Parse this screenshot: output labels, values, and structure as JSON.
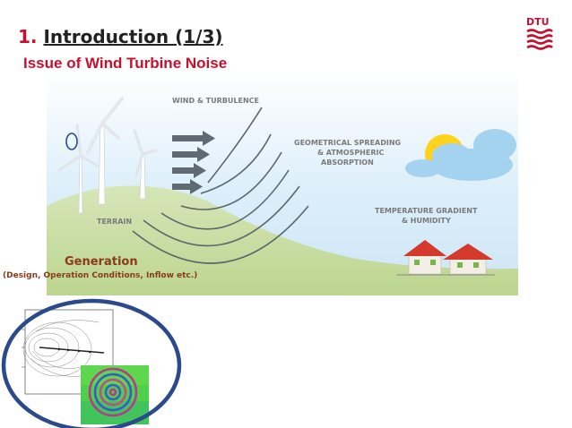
{
  "slide": {
    "number": "1.",
    "title": "Introduction (1/3)",
    "subtitle": "Issue of Wind Turbine Noise"
  },
  "logo": {
    "text": "DTU",
    "icon": "dtu-logo-icon",
    "color": "#c8102e"
  },
  "diagram": {
    "labels": {
      "wind": "WIND & TURBULENCE",
      "geo_line1": "GEOMETRICAL SPREADING",
      "geo_line2": "& ATMOSPHERIC",
      "geo_line3": "ABSORPTION",
      "terrain": "TERRAIN",
      "temp_line1": "TEMPERATURE GRADIENT",
      "temp_line2": "& HUMIDITY"
    },
    "colors": {
      "sky": "#d9ecf8",
      "hill": "#c9dca4",
      "arrow": "#5f6a72",
      "sun": "#ffd21e",
      "cloud": "#9fd0ee",
      "roof": "#d33a2c"
    }
  },
  "generation": {
    "title": "Generation",
    "subtitle": "(Design, Operation Conditions, Inflow etc.)"
  },
  "highlight": {
    "circle_color": "#2a4a8b"
  }
}
